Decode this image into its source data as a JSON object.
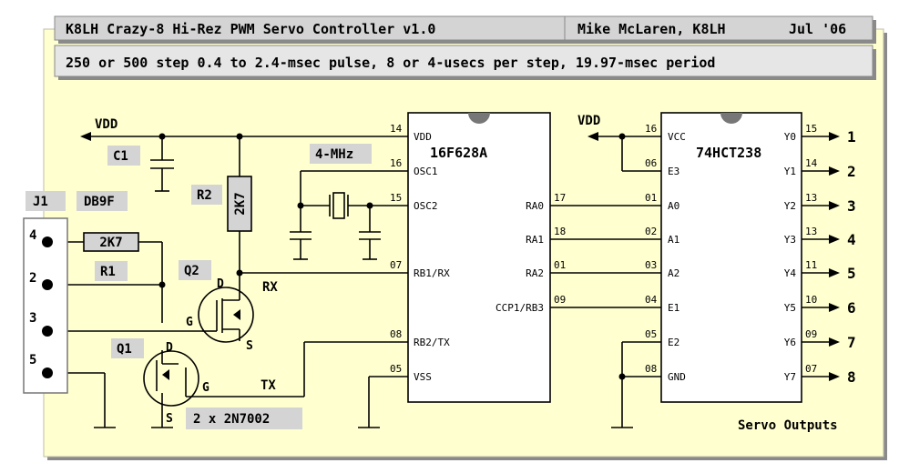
{
  "header": {
    "title": "K8LH Crazy-8 Hi-Rez PWM Servo Controller v1.0",
    "author": "Mike McLaren, K8LH",
    "date": "Jul '06",
    "subtitle": "250 or 500 step 0.4 to 2.4-msec pulse, 8 or 4-usecs per step, 19.97-msec period"
  },
  "labels": {
    "vdd_left": "VDD",
    "vdd_right": "VDD",
    "c1": "C1",
    "r2": "R2",
    "r2_value": "2K7",
    "crystal": "4-MHz",
    "j1": "J1",
    "db9f": "DB9F",
    "r1": "R1",
    "r1_value": "2K7",
    "q1": "Q1",
    "q2": "Q2",
    "rx": "RX",
    "tx": "TX",
    "mosfet_part": "2 x 2N7002",
    "servo_outputs": "Servo Outputs",
    "q2_d": "D",
    "q2_g": "G",
    "q2_s": "S",
    "q1_d": "D",
    "q1_g": "G",
    "q1_s": "S"
  },
  "j1_pins": [
    "4",
    "2",
    "3",
    "5"
  ],
  "mcu": {
    "name": "16F628A",
    "left_pins": [
      {
        "num": "14",
        "name": "VDD"
      },
      {
        "num": "16",
        "name": "OSC1"
      },
      {
        "num": "15",
        "name": "OSC2"
      },
      {
        "num": "07",
        "name": "RB1/RX"
      },
      {
        "num": "08",
        "name": "RB2/TX"
      },
      {
        "num": "05",
        "name": "VSS"
      }
    ],
    "right_pins": [
      {
        "num": "17",
        "name": "RA0"
      },
      {
        "num": "18",
        "name": "RA1"
      },
      {
        "num": "01",
        "name": "RA2"
      },
      {
        "num": "09",
        "name": "CCP1/RB3"
      }
    ]
  },
  "decoder": {
    "name": "74HCT238",
    "left_pins": [
      {
        "num": "16",
        "name": "VCC"
      },
      {
        "num": "06",
        "name": "E3"
      },
      {
        "num": "01",
        "name": "A0"
      },
      {
        "num": "02",
        "name": "A1"
      },
      {
        "num": "03",
        "name": "A2"
      },
      {
        "num": "04",
        "name": "E1"
      },
      {
        "num": "05",
        "name": "E2"
      },
      {
        "num": "08",
        "name": "GND"
      }
    ],
    "outputs": [
      {
        "num": "15",
        "name": "Y0",
        "servo": "1"
      },
      {
        "num": "14",
        "name": "Y1",
        "servo": "2"
      },
      {
        "num": "13",
        "name": "Y2",
        "servo": "3"
      },
      {
        "num": "13",
        "name": "Y3",
        "servo": "4"
      },
      {
        "num": "11",
        "name": "Y4",
        "servo": "5"
      },
      {
        "num": "10",
        "name": "Y5",
        "servo": "6"
      },
      {
        "num": "09",
        "name": "Y6",
        "servo": "7"
      },
      {
        "num": "07",
        "name": "Y7",
        "servo": "8"
      }
    ]
  },
  "colors": {
    "background": "#ffffd0",
    "label_box": "#d4d4d4",
    "ink": "#000000",
    "shadow": "#8a8a8a"
  }
}
